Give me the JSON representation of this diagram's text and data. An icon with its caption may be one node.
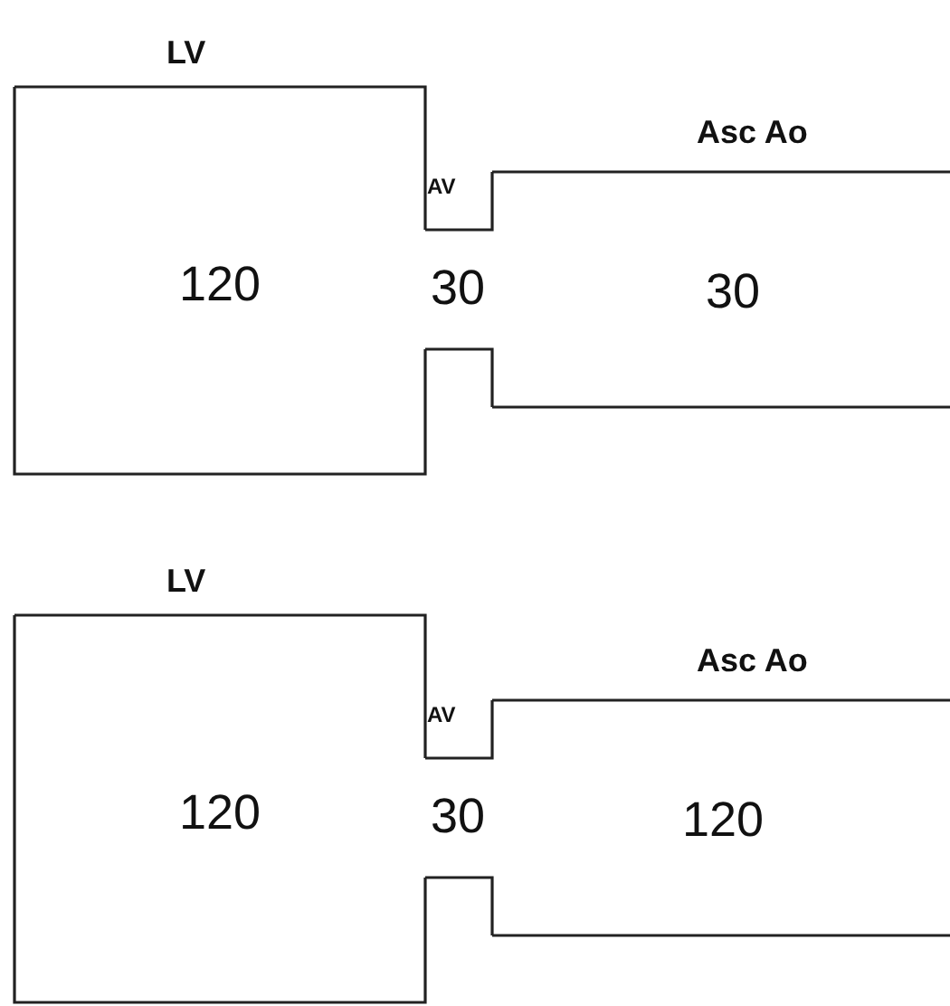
{
  "diagram": {
    "nodes": [
      {
        "text": [
          "LV",
          "120"
        ]
      },
      {
        "text": [
          "AV",
          "30"
        ]
      },
      {
        "text": [
          "Asc Ao",
          "30"
        ]
      },
      {
        "text": [
          "LV",
          "120"
        ]
      },
      {
        "text": [
          "AV",
          "30"
        ]
      },
      {
        "text": [
          "Asc Ao",
          "120"
        ]
      }
    ]
  }
}
